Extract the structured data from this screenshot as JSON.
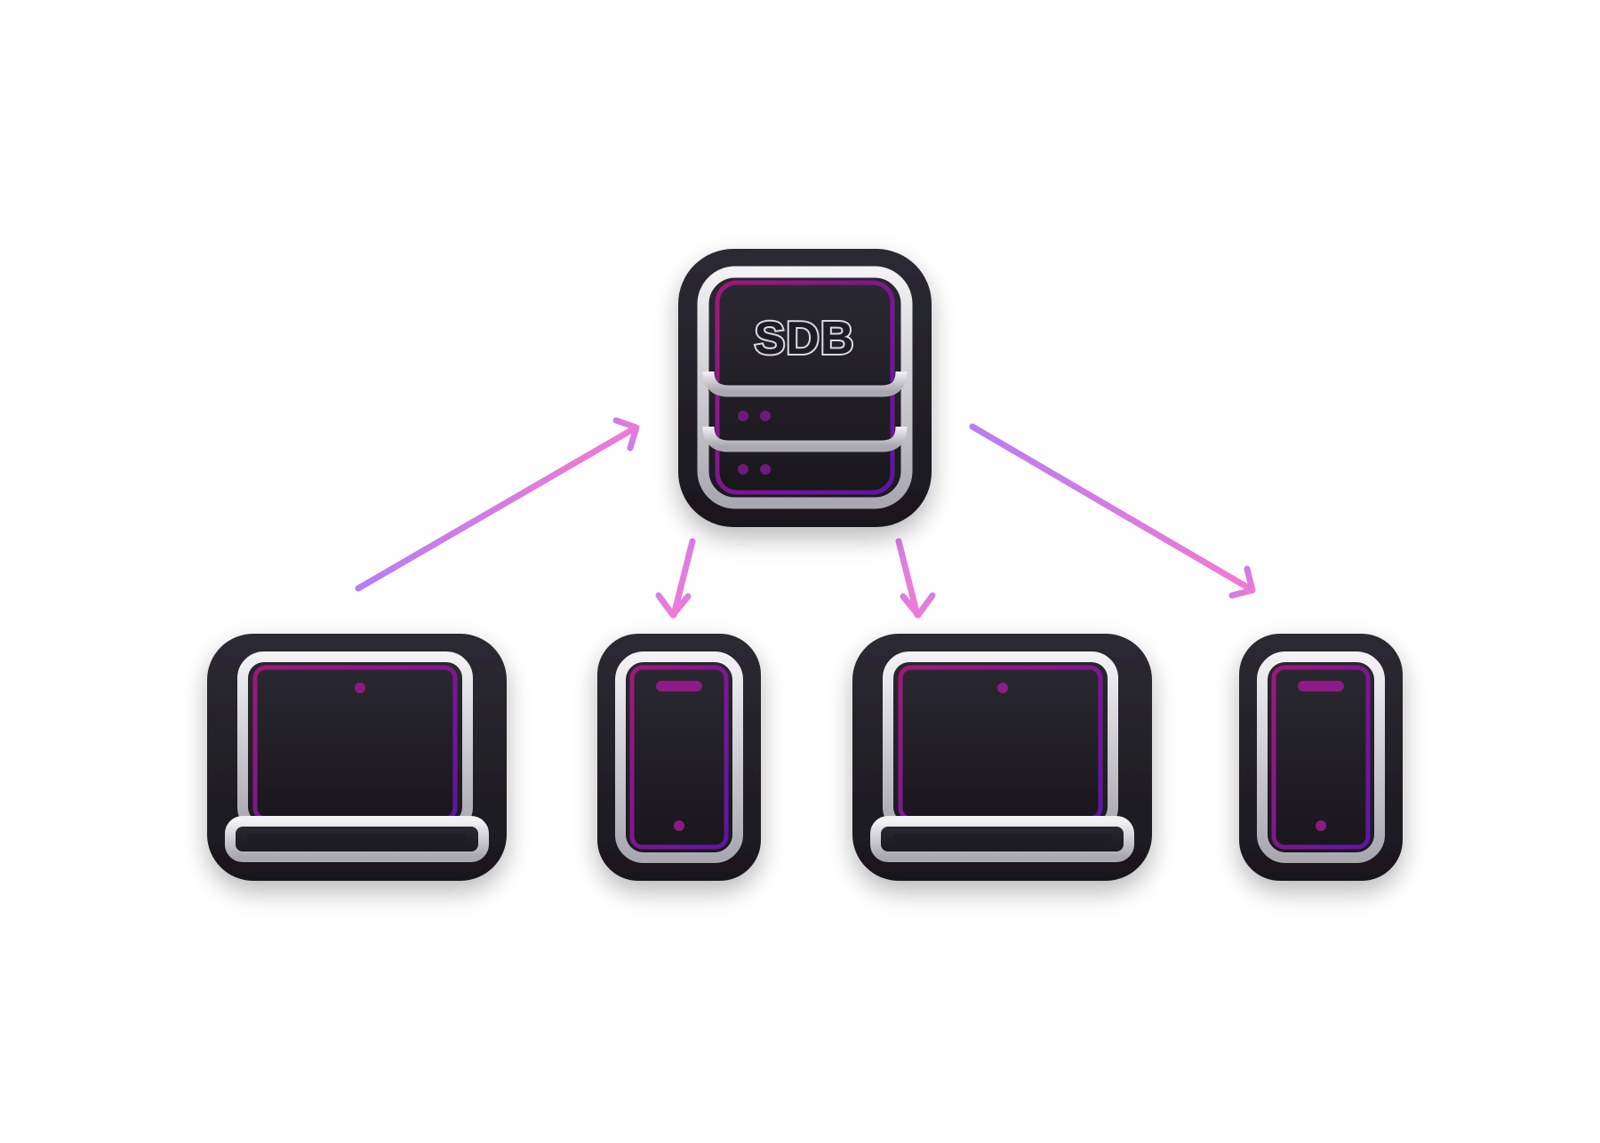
{
  "server": {
    "label": "SDB",
    "icon": "database-server-icon"
  },
  "devices": [
    {
      "kind": "laptop",
      "icon": "laptop-icon"
    },
    {
      "kind": "phone",
      "icon": "phone-icon"
    },
    {
      "kind": "laptop",
      "icon": "laptop-icon"
    },
    {
      "kind": "phone",
      "icon": "phone-icon"
    }
  ],
  "flows": [
    {
      "from": "laptop-1",
      "to": "server"
    },
    {
      "from": "server",
      "to": "phone-1"
    },
    {
      "from": "server",
      "to": "laptop-2"
    },
    {
      "from": "server",
      "to": "phone-2"
    }
  ],
  "colors": {
    "background": "#ffffff",
    "tile": "#1e1c24",
    "outline": "#d9d9de",
    "accent_purple": "#b97cf4",
    "accent_pink": "#f27ad2",
    "screen_edge": "#8e1a86"
  }
}
